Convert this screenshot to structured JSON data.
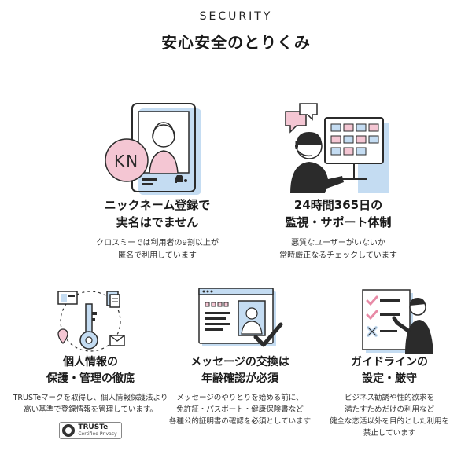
{
  "header": {
    "eyebrow": "SECURITY",
    "title": "安心安全のとりくみ"
  },
  "features": [
    {
      "icon": "nickname-phone-icon",
      "avatar_text": "KN",
      "title_lines": [
        "ニックネーム登録で",
        "実名はでません"
      ],
      "desc_lines": [
        "クロスミーでは利用者の9割以上が",
        "匿名で利用しています"
      ]
    },
    {
      "icon": "support-monitoring-icon",
      "title_lines": [
        "24時間365日の",
        "監視・サポート体制"
      ],
      "desc_lines": [
        "悪質なユーザーがいないか",
        "常時厳正なるチェックしています"
      ]
    },
    {
      "icon": "privacy-key-icon",
      "title_lines": [
        "個人情報の",
        "保護・管理の徹底"
      ],
      "desc_lines": [
        "TRUSTeマークを取得し、個人情報保護法より",
        "高い基準で登録情報を管理しています。"
      ]
    },
    {
      "icon": "id-verification-icon",
      "title_lines": [
        "メッセージの交換は",
        "年齢確認が必須"
      ],
      "desc_lines": [
        "メッセージのやりとりを始める前に、",
        "免許証・パスポート・健康保険書など",
        "各種公的証明書の確認を必須としています"
      ]
    },
    {
      "icon": "guidelines-checklist-icon",
      "title_lines": [
        "ガイドラインの",
        "設定・厳守"
      ],
      "desc_lines": [
        "ビジネス勧誘や性的欲求を",
        "満たすためだけの利用など",
        "健全な恋活以外を目的とした利用を",
        "禁止しています"
      ]
    }
  ],
  "truste": {
    "brand": "TRUSTe",
    "sub": "Certified Privacy"
  },
  "colors": {
    "pink": "#f4c6d3",
    "blue": "#c4dcf2",
    "line": "#2b2b2b"
  }
}
